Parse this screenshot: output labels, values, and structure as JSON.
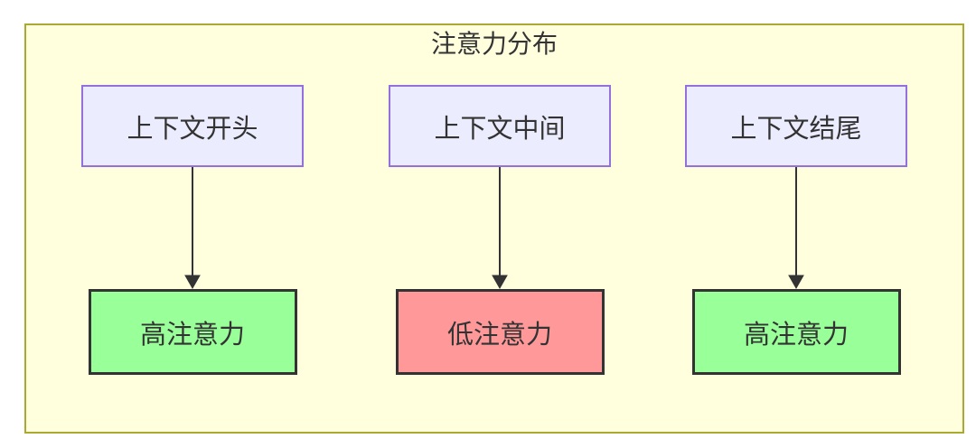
{
  "diagram": {
    "type": "flowchart",
    "title": "注意力分布",
    "columns": [
      {
        "source": "上下文开头",
        "result": "高注意力",
        "level": "high"
      },
      {
        "source": "上下文中间",
        "result": "低注意力",
        "level": "low"
      },
      {
        "source": "上下文结尾",
        "result": "高注意力",
        "level": "high"
      }
    ],
    "colors": {
      "canvas_bg": "#ffffff",
      "container_bg": "#ffffde",
      "container_border": "#aaaa33",
      "source_fill": "#ececff",
      "source_border": "#9370db",
      "high_fill": "#99ff99",
      "low_fill": "#ff9999",
      "result_border": "#333333",
      "arrow": "#333333",
      "text": "#333333"
    }
  }
}
